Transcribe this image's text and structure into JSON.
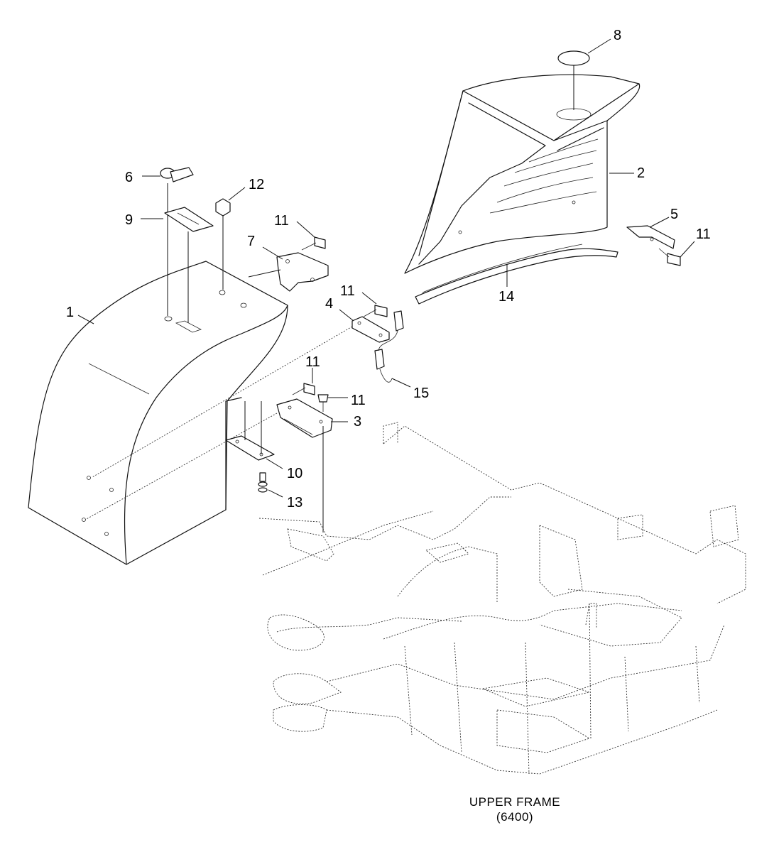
{
  "callouts": {
    "c1": "1",
    "c2": "2",
    "c3": "3",
    "c4": "4",
    "c5": "5",
    "c6": "6",
    "c7": "7",
    "c8": "8",
    "c9": "9",
    "c10": "10",
    "c11a": "11",
    "c11b": "11",
    "c11c": "11",
    "c11d": "11",
    "c11e": "11",
    "c12": "12",
    "c13": "13",
    "c14": "14",
    "c15": "15"
  },
  "caption": {
    "title": "UPPER FRAME",
    "code": "(6400)"
  },
  "colors": {
    "line": "#111111",
    "background": "#ffffff"
  }
}
